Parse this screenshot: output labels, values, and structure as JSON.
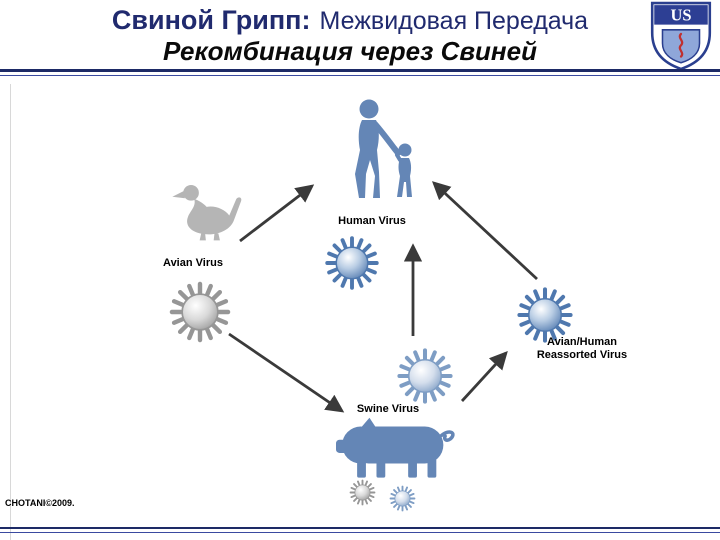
{
  "header": {
    "title_bold": "Свиной Грипп:",
    "title_rest": "Межвидовая Передача",
    "subtitle": "Рекомбинация через Свиней"
  },
  "logo": {
    "monogram": "US"
  },
  "diagram": {
    "human_virus_label": "Human Virus",
    "avian_virus_label": "Avian Virus",
    "swine_virus_label": "Swine Virus",
    "reassorted_label_line1": "Avian/Human",
    "reassorted_label_line2": "Reassorted Virus"
  },
  "footer": {
    "credit": "CHOTANI©2009."
  },
  "icons": {
    "duck": "duck-silhouette-icon",
    "human_figures": "adult-and-child-silhouette-icon",
    "pig": "pig-silhouette-icon",
    "virus_particle": "virus-particle-icon",
    "shield": "university-shield-logo",
    "arrow": "transmission-arrow"
  },
  "colors": {
    "title_navy": "#202a6e",
    "rule_navy": "#1d2a66",
    "figure_blue": "#6486b6",
    "figure_gray": "#b5b5b5",
    "virus_blue_core": "#4f78ae",
    "virus_light_core": "#7e9dc4",
    "virus_gray_core": "#969696",
    "arrow_gray": "#3a3a3a",
    "logo_blue": "#2d3f94",
    "logo_red": "#c03030"
  }
}
